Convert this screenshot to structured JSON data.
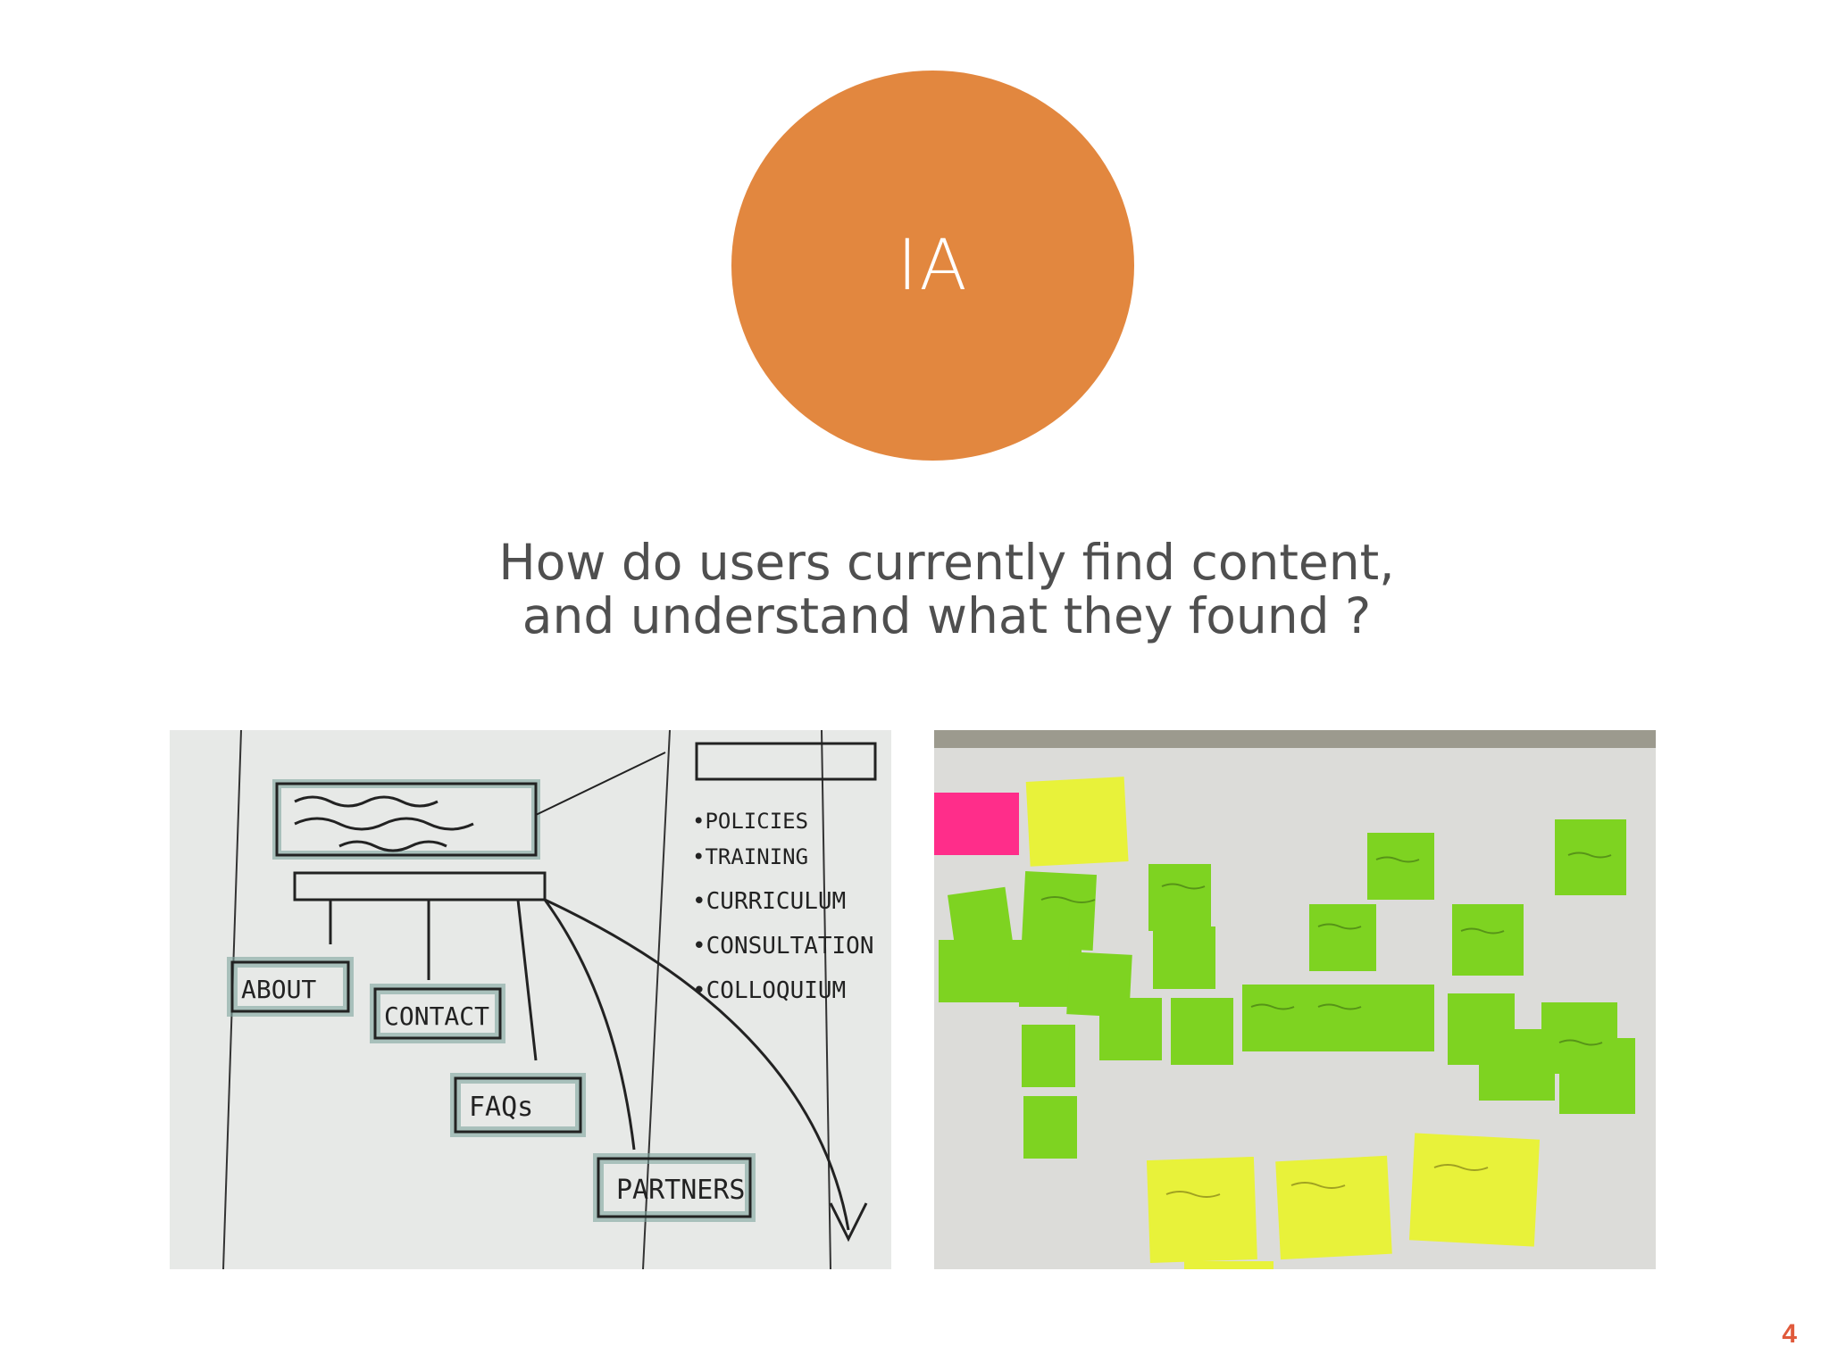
{
  "slide": {
    "circle_label": "IA",
    "question_line1": "How do users currently find content,",
    "question_line2": "and understand what they found ?",
    "page_number": "4"
  },
  "colors": {
    "circle": "#e2873f",
    "question_text": "#4f4f4f",
    "page_number": "#e05a3b",
    "sticky_green": "#7ed321",
    "sticky_yellow": "#e6f03a",
    "sticky_pink": "#ff2d8a"
  },
  "photos": {
    "left": {
      "handwritten": [
        "ABOUT",
        "CONTACT",
        "FAQs",
        "PARTNERS",
        "•CURRICULUM",
        "•CONSULTATION",
        "•COLLOQUIUM"
      ]
    }
  }
}
